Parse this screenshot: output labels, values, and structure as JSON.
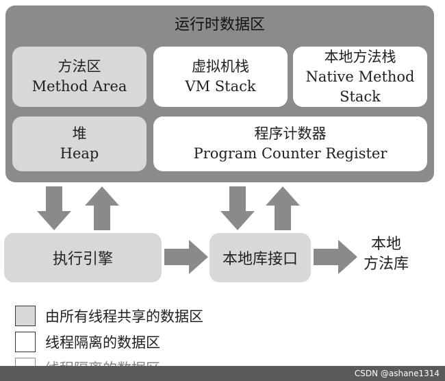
{
  "runtime_area": {
    "title": "运行时数据区",
    "method_area": {
      "zh": "方法区",
      "en": "Method Area"
    },
    "vm_stack": {
      "zh": "虚拟机栈",
      "en": "VM Stack"
    },
    "native_method_stack": {
      "zh": "本地方法栈",
      "en_line1": "Native Method",
      "en_line2": "Stack"
    },
    "heap": {
      "zh": "堆",
      "en": "Heap"
    },
    "pc_register": {
      "zh": "程序计数器",
      "en": "Program Counter Register"
    }
  },
  "execution_engine": "执行引擎",
  "native_interface": "本地库接口",
  "native_library": {
    "line1": "本地",
    "line2": "方法库"
  },
  "legend": {
    "shared": "由所有线程共享的数据区",
    "isolated": "线程隔离的数据区",
    "isolated_ghost": "线程隔离的数据区"
  },
  "watermark": "CSDN @ashane1314",
  "colors": {
    "runtime_bg": "#8b8b8b",
    "shared_fill": "#d8d8d8",
    "private_fill": "#ffffff",
    "arrow_fill": "#8a8a8a"
  }
}
